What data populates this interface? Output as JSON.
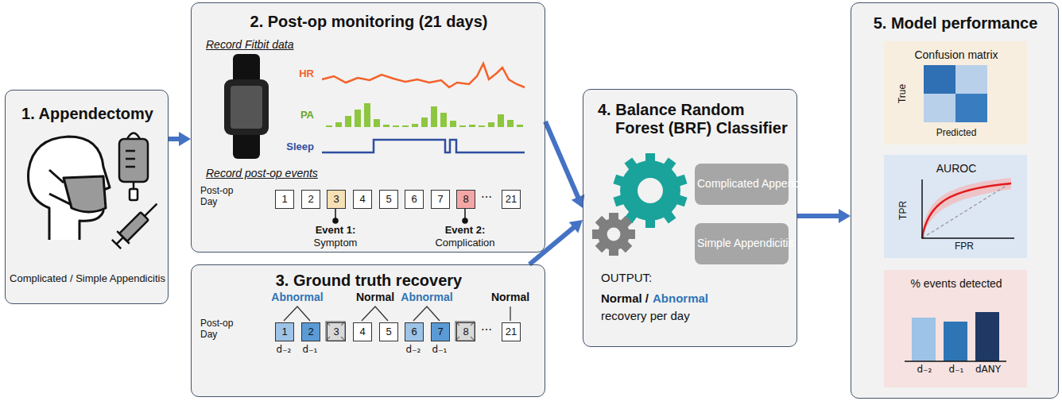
{
  "diagram": {
    "nodes": [
      {
        "text": [
          "1. Appendectomy",
          "Complicated / Simple Appendicitis"
        ]
      },
      {
        "text": [
          "2. Post-op monitoring (21 days)",
          "Record Fitbit data",
          "Record post-op events"
        ]
      },
      {
        "text": [
          "1"
        ],
        "in": 1
      },
      {
        "text": [
          "2"
        ],
        "in": 1
      },
      {
        "text": [
          "3"
        ],
        "in": 1
      },
      {
        "text": [
          "4"
        ],
        "in": 1
      },
      {
        "text": [
          "5"
        ],
        "in": 1
      },
      {
        "text": [
          "6"
        ],
        "in": 1
      },
      {
        "text": [
          "7"
        ],
        "in": 1
      },
      {
        "text": [
          "8"
        ],
        "in": 1
      },
      {
        "text": [
          "21"
        ],
        "in": 1
      },
      {
        "text": [
          "3. Ground truth recovery"
        ]
      },
      {
        "text": [
          "1"
        ],
        "in": 11
      },
      {
        "text": [
          "2"
        ],
        "in": 11
      },
      {
        "text": [
          "3"
        ],
        "in": 11
      },
      {
        "text": [
          "4"
        ],
        "in": 11
      },
      {
        "text": [
          "5"
        ],
        "in": 11
      },
      {
        "text": [
          "6"
        ],
        "in": 11
      },
      {
        "text": [
          "7"
        ],
        "in": 11
      },
      {
        "text": [
          "8"
        ],
        "in": 11
      },
      {
        "text": [
          "21"
        ],
        "in": 11
      },
      {
        "text": [
          "4. Balance Random Forest (BRF) Classifier",
          "OUTPUT:",
          "Normal /",
          "Abnormal",
          "recovery per day"
        ]
      },
      {
        "text": [
          "Complicated Appendicitis"
        ],
        "in": 21
      },
      {
        "text": [
          "Simple Appendicitis"
        ],
        "in": 21
      },
      {
        "text": [
          "5. Model performance"
        ]
      },
      {
        "text": [
          "Confusion matrix",
          "True",
          "Predicted"
        ],
        "in": 24
      },
      {
        "text": [
          "AUROC",
          "TPR",
          "FPR"
        ],
        "in": 24
      },
      {
        "text": [
          "% events detected",
          "d₋₂",
          "d₋₁",
          "dANY"
        ],
        "in": 24
      }
    ],
    "edges": [
      {
        "from": 0,
        "to": 1,
        "arrow": "to"
      },
      {
        "from": 1,
        "to": 21,
        "arrow": "to"
      },
      {
        "from": 11,
        "to": 21,
        "arrow": "to"
      },
      {
        "from": 21,
        "to": 24,
        "arrow": "to"
      }
    ],
    "labels": [
      "HR",
      "PA",
      "Sleep",
      "Post-op Day",
      "⋯",
      "Event 1:",
      "Symptom",
      "Event 2:",
      "Complication",
      "Abnormal",
      "Normal",
      "Abnormal",
      "Normal",
      "Post-op Day",
      "⋯",
      "d₋₂",
      "d₋₁",
      "d₋₂",
      "d₋₁"
    ]
  }
}
